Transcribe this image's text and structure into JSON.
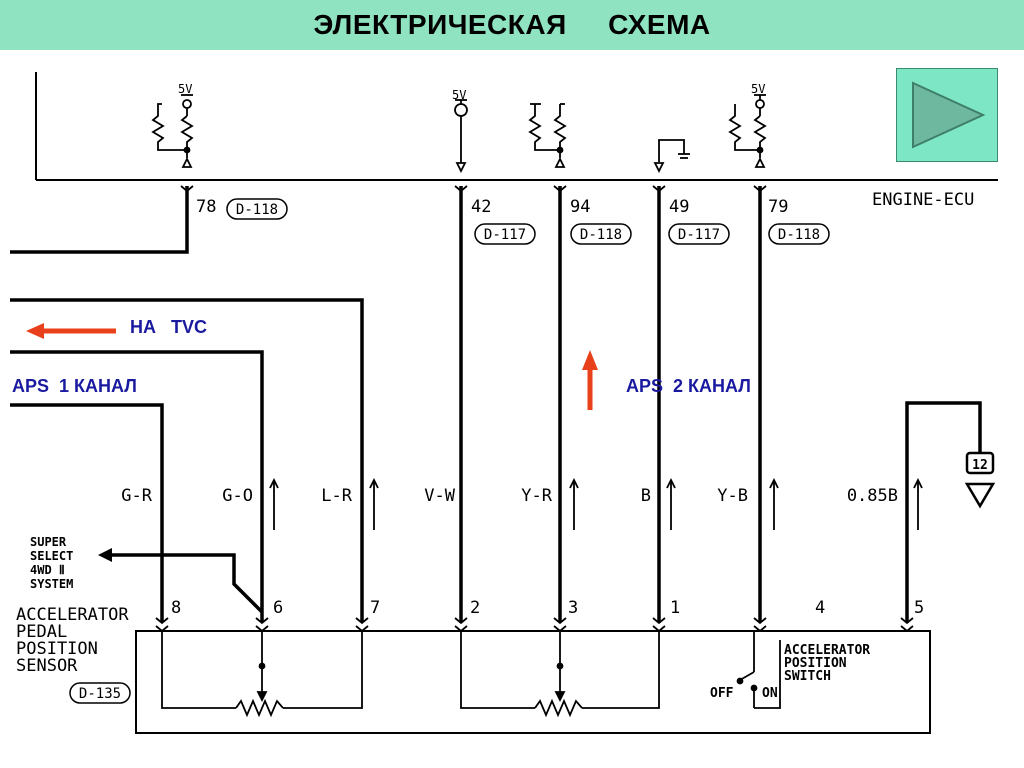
{
  "title": "ЭЛЕКТРИЧЕСКАЯ     СХЕМА",
  "ecu": {
    "label": "ENGINE-ECU",
    "supply": "5V",
    "pins": [
      {
        "pin": "78",
        "connector": "D-118"
      },
      {
        "pin": "42",
        "connector": "D-117"
      },
      {
        "pin": "94",
        "connector": "D-118"
      },
      {
        "pin": "49",
        "connector": "D-117"
      },
      {
        "pin": "79",
        "connector": "D-118"
      }
    ]
  },
  "wires": [
    "G-R",
    "G-O",
    "L-R",
    "V-W",
    "Y-R",
    "B",
    "Y-B",
    "0.85B"
  ],
  "sensor_pins": [
    "8",
    "6",
    "7",
    "2",
    "3",
    "1",
    "4",
    "5"
  ],
  "annotations": {
    "to_tvc": "НА   TVC",
    "aps1": "APS  1 КАНАЛ",
    "aps2": "APS  2 КАНАЛ",
    "accent_color": "#e8401a",
    "text_color": "#1a1aa0"
  },
  "super_select": [
    "SUPER",
    "SELECT",
    "4WD Ⅱ",
    "SYSTEM"
  ],
  "sensor": {
    "name_lines": [
      "ACCELERATOR",
      "PEDAL",
      "POSITION",
      "SENSOR"
    ],
    "connector": "D-135"
  },
  "switch": {
    "name_lines": [
      "ACCELERATOR",
      "POSITION",
      "SWITCH"
    ],
    "off": "OFF",
    "on": "ON"
  },
  "ground": {
    "box": "12"
  },
  "nav": {
    "next_icon": "play-triangle-icon"
  }
}
